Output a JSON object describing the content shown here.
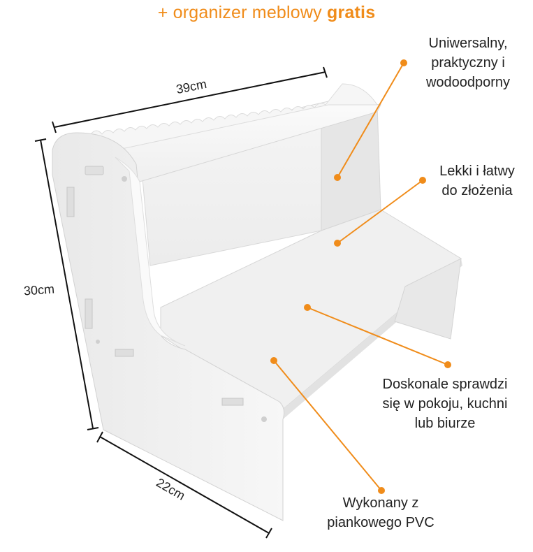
{
  "headline": {
    "prefix": "+ organizer meblowy",
    "bold": "gratis",
    "color": "#f08c1a"
  },
  "dimensions": {
    "width": "39cm",
    "height": "30cm",
    "depth": "22cm"
  },
  "features": [
    {
      "lines": [
        "Uniwersalny,",
        "praktyczny i",
        "wodoodporny"
      ]
    },
    {
      "lines": [
        "Lekki i łatwy",
        "do złożenia"
      ]
    },
    {
      "lines": [
        "Doskonale sprawdzi",
        "się w pokoju, kuchni",
        "lub biurze"
      ]
    },
    {
      "lines": [
        "Wykonany z",
        "piankowego PVC"
      ]
    }
  ],
  "colors": {
    "accent": "#f08c1a",
    "text": "#222222",
    "product": "#f2f2f2"
  }
}
